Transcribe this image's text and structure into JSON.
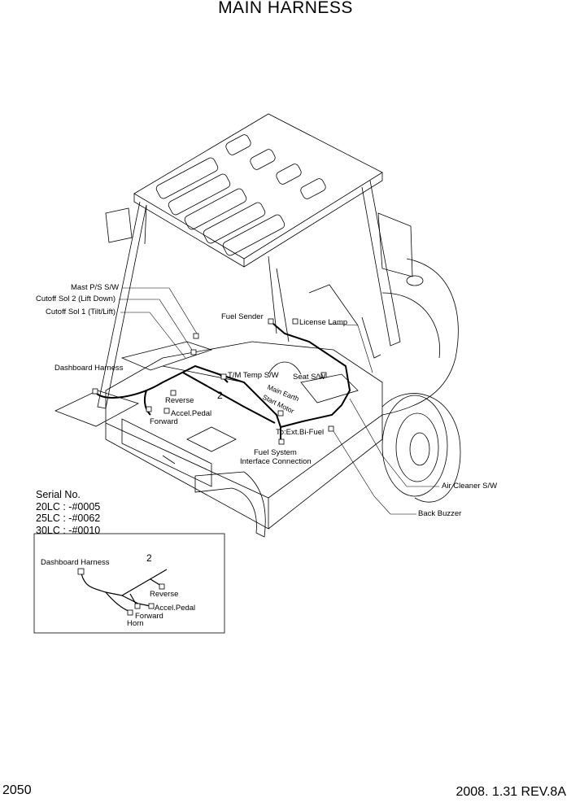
{
  "title": "MAIN HARNESS",
  "labels": {
    "mast_ps": "Mast P/S S/W",
    "cutoff2": "Cutoff Sol 2 (Lift Down)",
    "cutoff1": "Cutoff Sol 1 (Tilt/Lift)",
    "dashboard": "Dashboard Harness",
    "fuel_sender": "Fuel Sender",
    "license_lamp": "License Lamp",
    "tm_temp": "T/M Temp S/W",
    "seat_sw": "Seat S/W",
    "callout_2": "2",
    "reverse": "Reverse",
    "accel": "Accel.Pedal",
    "forward": "Forward",
    "main_earth": "Main Earth",
    "start_motor": "Start Motor",
    "to_ext": "To:Ext.Bi-Fuel",
    "fuel_system": "Fuel System",
    "interface": "Interface Connection",
    "air_cleaner": "Air Cleaner S/W",
    "back_buzzer": "Back Buzzer"
  },
  "serial": {
    "heading": "Serial No.",
    "lines": [
      "20LC : -#0005",
      "25LC : -#0062",
      "30LC : -#0010"
    ]
  },
  "detail": {
    "dashboard": "Dashboard Harness",
    "callout_2": "2",
    "reverse": "Reverse",
    "accel": "Accel.Pedal",
    "forward": "Forward",
    "horn": "Horn"
  },
  "footer": {
    "page": "2050",
    "revision": "2008. 1.31 REV.8A"
  }
}
